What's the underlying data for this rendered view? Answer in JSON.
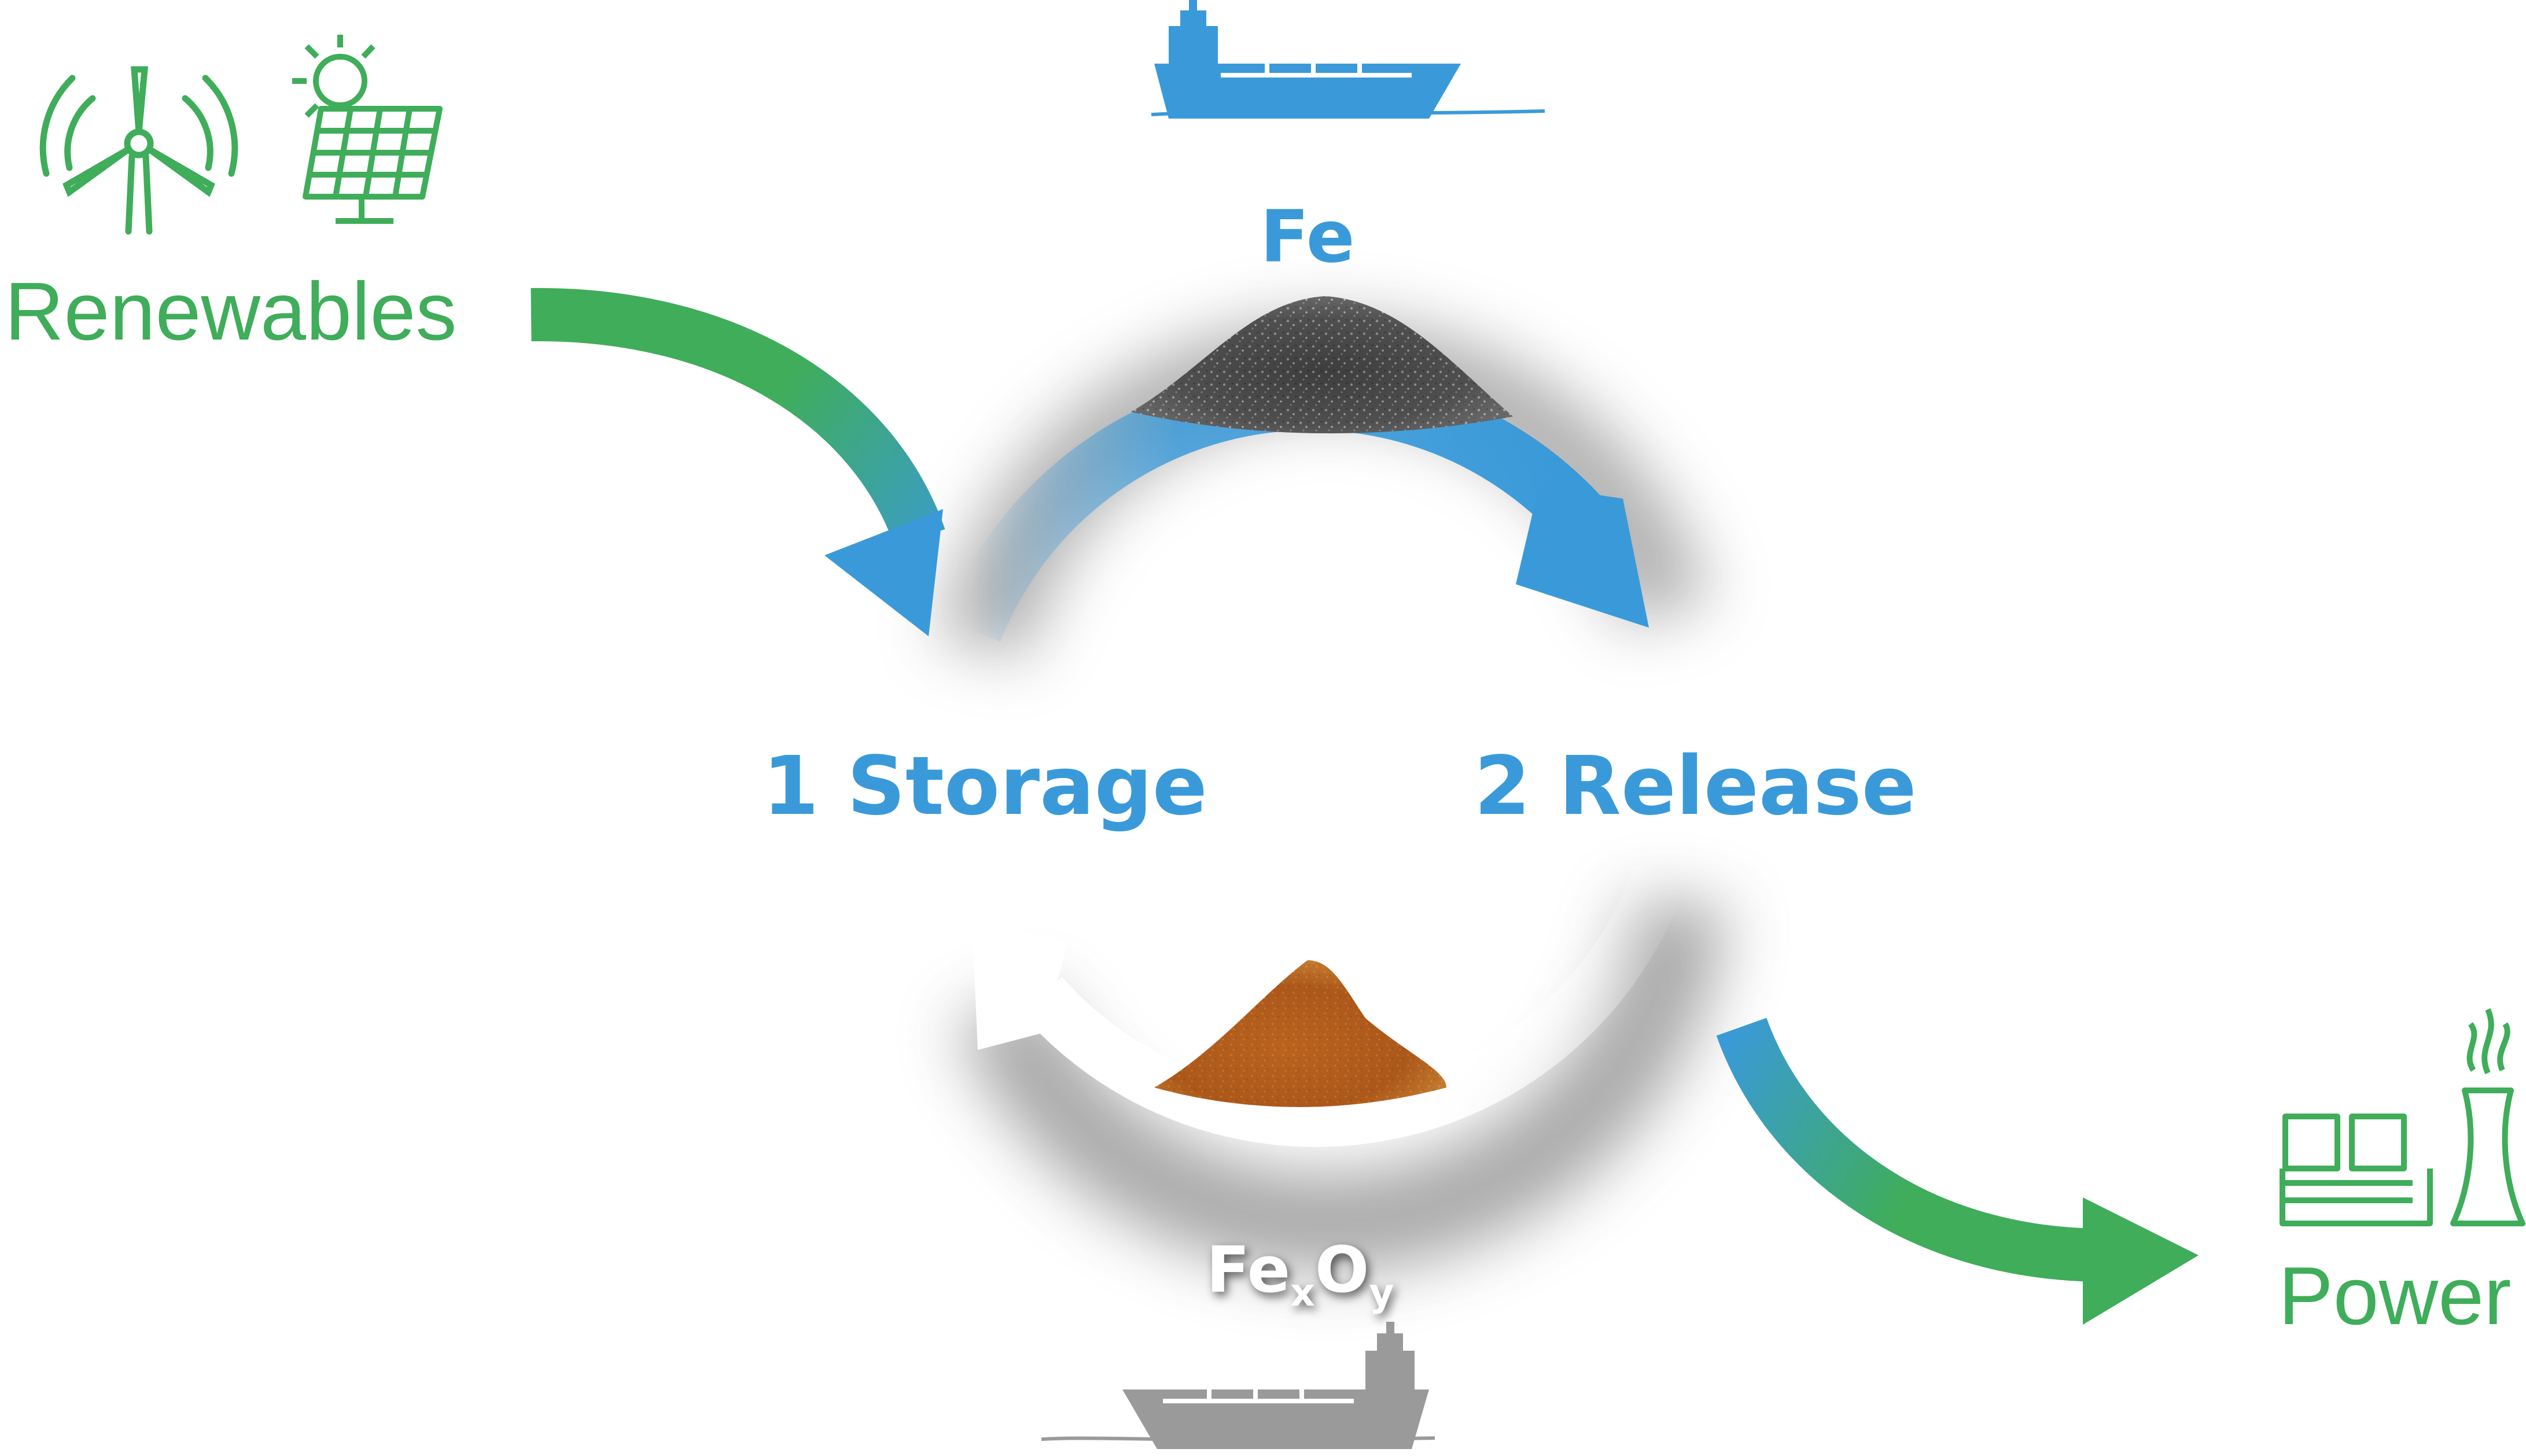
{
  "labels": {
    "renewables": "Renewables",
    "power": "Power",
    "storage": "1 Storage",
    "release": "2 Release",
    "fe": "Fe",
    "fexoy": {
      "base1": "Fe",
      "sub1": "x",
      "base2": "O",
      "sub2": "y"
    }
  },
  "icons": {
    "wind_turbine": "wind-turbine-icon",
    "solar_panel": "solar-panel-icon",
    "power_plant": "power-plant-icon",
    "ship_top": "cargo-ship-icon",
    "ship_bottom": "cargo-ship-icon"
  },
  "colors": {
    "green": "#3fad5a",
    "blue": "#3a9ad9",
    "gray_ship": "#9a9a9a",
    "iron_powder": "#555555",
    "iron_oxide": "#b5621f"
  }
}
